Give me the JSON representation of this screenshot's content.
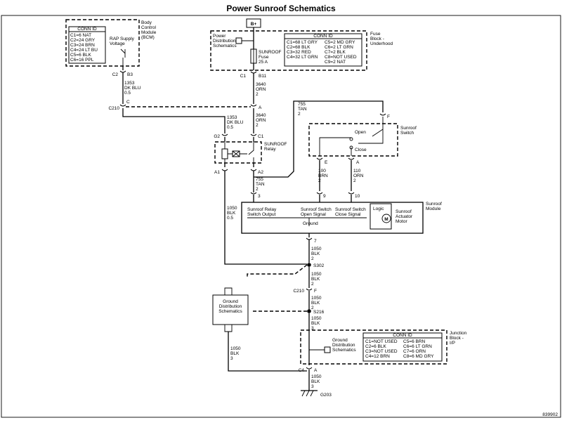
{
  "title": "Power Sunroof Schematics",
  "figure_id": "839902",
  "battery_label": "B+",
  "fuse_block": {
    "label": [
      "Fuse",
      "Block -",
      "Underhood"
    ],
    "power_dist": [
      "Power",
      "Distribution",
      "Schematics"
    ],
    "fuse": [
      "SUNROOF",
      "Fuse",
      "25 A"
    ],
    "conn_header": "CONN ID",
    "conn_left": [
      "C1=68 LT GRY",
      "C2=68 BLK",
      "C3=32 RED",
      "C4=32 LT GRN"
    ],
    "conn_right": [
      "C5=2 MD GRY",
      "C6=2 LT GRN",
      "C7=2 BLK",
      "C8=NOT USED",
      "C9=2 NAT"
    ],
    "out_pin_left": "C1",
    "out_pin_right": "B11"
  },
  "bcm": {
    "label": [
      "Body",
      "Control",
      "Module",
      "(BCM)"
    ],
    "conn_header": "CONN ID",
    "conn": [
      "C1=6 NAT",
      "C2=24 GRY",
      "C3=24 BRN",
      "C4=24 LT BU",
      "C5=6 BLK",
      "C6=16 PPL"
    ],
    "rap": [
      "RAP Supply",
      "Voltage"
    ],
    "pin_left": "C2",
    "pin_right": "B3"
  },
  "wires": {
    "w1353_top": [
      "1353",
      "DK BLU",
      "0.5"
    ],
    "w1353_mid": [
      "1353",
      "DK BLU",
      "0.5"
    ],
    "w3640_top": [
      "3640",
      "ORN",
      "2"
    ],
    "w3640_mid": [
      "3640",
      "ORN",
      "2"
    ],
    "w755_top": [
      "755",
      "TAN",
      "2"
    ],
    "w755_mid": [
      "755",
      "TAN",
      "2"
    ],
    "w100": [
      "100",
      "BRN",
      "2"
    ],
    "w110": [
      "110",
      "ORN",
      "2"
    ],
    "w1050_a": [
      "1050",
      "BLK",
      "0.5"
    ],
    "w1050_b": [
      "1050",
      "BLK",
      "2"
    ],
    "w1050_c": [
      "1050",
      "BLK",
      "2"
    ],
    "w1050_d": [
      "1050",
      "BLK",
      "2"
    ],
    "w1050_e": [
      "1050",
      "BLK",
      "3"
    ],
    "w1050_f": [
      "1050",
      "BLK",
      "3"
    ],
    "w1050_g": [
      "1050",
      "BLK",
      "3"
    ]
  },
  "connectors": {
    "c210_a": "C210",
    "c210_a_pin": "C",
    "c210_a_pin_r": "A",
    "c210_b": "C210",
    "c210_b_pin": "F",
    "relay_g2": "G2",
    "relay_c1": "C1",
    "relay_a1": "A1",
    "relay_a2": "A2",
    "mod_3": "3",
    "mod_9": "9",
    "mod_10": "10",
    "mod_7": "7",
    "sw_f": "F",
    "sw_e": "E",
    "sw_a": "A",
    "jb_c4": "C4",
    "jb_a": "A"
  },
  "relay": {
    "label": [
      "SUNROOF",
      "Relay"
    ]
  },
  "switch": {
    "label": [
      "Sunroof",
      "Switch"
    ],
    "open": "Open",
    "close": "Close"
  },
  "module": {
    "label": [
      "Sunroof",
      "Module"
    ],
    "relay_out": [
      "Sunroof Relay",
      "Switch Output"
    ],
    "open_sig": [
      "Sunroof Switch",
      "Open Signal"
    ],
    "close_sig": [
      "Sunroof Switch",
      "Close Signal"
    ],
    "logic": "Logic",
    "motor_symbol": "M",
    "actuator": [
      "Sunroof",
      "Actuator",
      "Motor"
    ],
    "ground": "Ground"
  },
  "splices": {
    "s302": "S302",
    "s216": "S216"
  },
  "ground_dist": [
    "Ground",
    "Distribution",
    "Schematics"
  ],
  "ground_dist_jb": [
    "Ground",
    "Distribution",
    "Schematics"
  ],
  "junction_block": {
    "label": [
      "Junction",
      "Block -",
      "I/P"
    ],
    "conn_header": "CONN ID",
    "conn_left": [
      "C1=NOT USED",
      "C2=6 BLK",
      "C3=NOT USED",
      "C4=12 BRN"
    ],
    "conn_right": [
      "C5=6 BRN",
      "C6=6 LT GRN",
      "C7=6 ORN",
      "C8=6 MD GRY"
    ]
  },
  "ground_ref": "G203"
}
